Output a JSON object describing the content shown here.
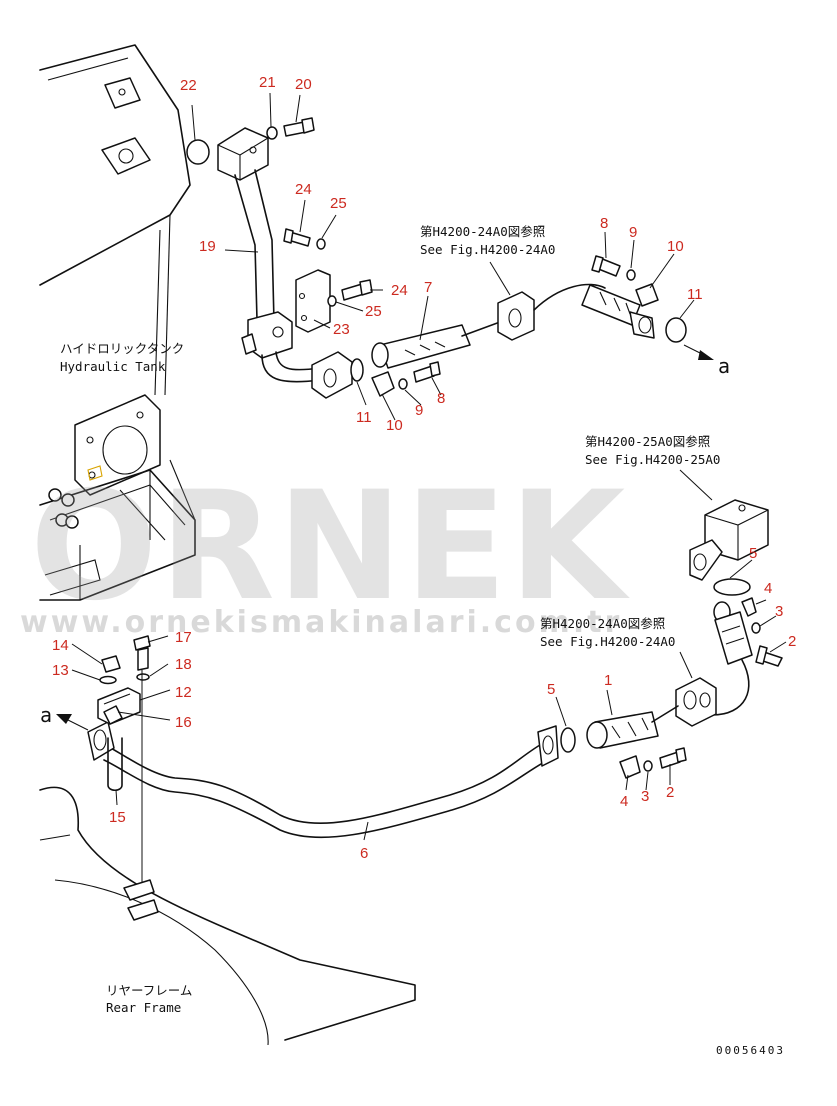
{
  "labels": {
    "hydraulic_tank_jp": "ハイドロリックタンク",
    "hydraulic_tank_en": "Hydraulic Tank",
    "rear_frame_jp": "リヤーフレーム",
    "rear_frame_en": "Rear Frame",
    "ref_top_jp": "第H4200-24A0図参照",
    "ref_top_en": "See Fig.H4200-24A0",
    "ref_right_jp": "第H4200-25A0図参照",
    "ref_right_en": "See Fig.H4200-25A0",
    "ref_mid_jp": "第H4200-24A0図参照",
    "ref_mid_en": "See Fig.H4200-24A0",
    "arrow_top": "a",
    "arrow_left": "a",
    "drawing_code": "00056403"
  },
  "watermark": {
    "brand": "ORNEK",
    "url": "www.ornekismakinalari.com.tr"
  },
  "parts": [
    {
      "id": "p22",
      "num": "22"
    },
    {
      "id": "p21",
      "num": "21"
    },
    {
      "id": "p20",
      "num": "20"
    },
    {
      "id": "p24a",
      "num": "24"
    },
    {
      "id": "p25a",
      "num": "25"
    },
    {
      "id": "p19",
      "num": "19"
    },
    {
      "id": "p24b",
      "num": "24"
    },
    {
      "id": "p25b",
      "num": "25"
    },
    {
      "id": "p23",
      "num": "23"
    },
    {
      "id": "p7",
      "num": "7"
    },
    {
      "id": "p8a",
      "num": "8"
    },
    {
      "id": "p9a",
      "num": "9"
    },
    {
      "id": "p10a",
      "num": "10"
    },
    {
      "id": "p11a",
      "num": "11"
    },
    {
      "id": "p11b",
      "num": "11"
    },
    {
      "id": "p10b",
      "num": "10"
    },
    {
      "id": "p9b",
      "num": "9"
    },
    {
      "id": "p8b",
      "num": "8"
    },
    {
      "id": "p5a",
      "num": "5"
    },
    {
      "id": "p4a",
      "num": "4"
    },
    {
      "id": "p3a",
      "num": "3"
    },
    {
      "id": "p2a",
      "num": "2"
    },
    {
      "id": "p14",
      "num": "14"
    },
    {
      "id": "p17",
      "num": "17"
    },
    {
      "id": "p13",
      "num": "13"
    },
    {
      "id": "p18",
      "num": "18"
    },
    {
      "id": "p12",
      "num": "12"
    },
    {
      "id": "p16",
      "num": "16"
    },
    {
      "id": "p15",
      "num": "15"
    },
    {
      "id": "p5b",
      "num": "5"
    },
    {
      "id": "p1",
      "num": "1"
    },
    {
      "id": "p4b",
      "num": "4"
    },
    {
      "id": "p3b",
      "num": "3"
    },
    {
      "id": "p2b",
      "num": "2"
    },
    {
      "id": "p6",
      "num": "6"
    }
  ],
  "colors": {
    "part_number": "#cc2a20",
    "line": "#111111",
    "watermark": "#9a9a9a"
  }
}
